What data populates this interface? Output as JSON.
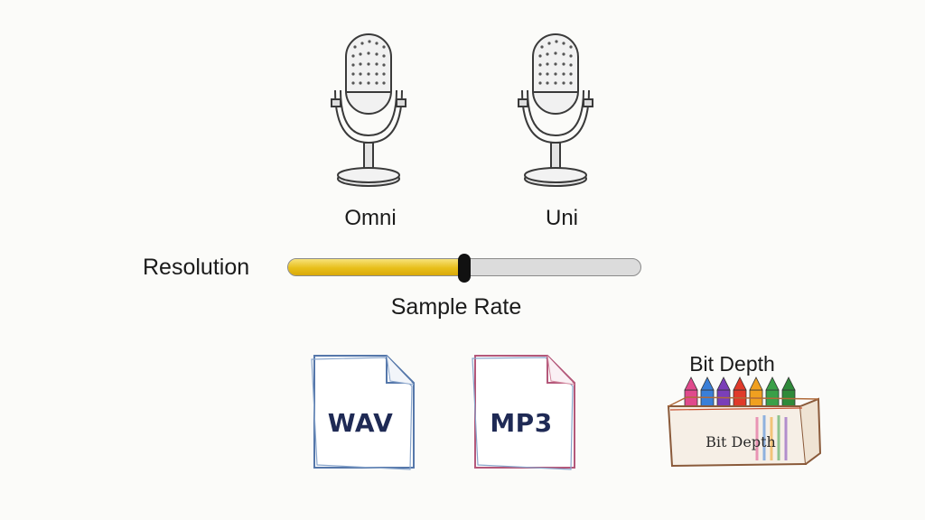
{
  "microphones": [
    {
      "label": "Omni",
      "icon": "microphone-icon"
    },
    {
      "label": "Uni",
      "icon": "microphone-icon"
    }
  ],
  "resolution": {
    "label": "Resolution",
    "slider_label": "Sample Rate",
    "level_fraction": 0.5,
    "fill_color": "#e8bf1a"
  },
  "files": [
    {
      "text": "WAV",
      "icon": "document-icon",
      "outline_color": "#5577aa"
    },
    {
      "text": "MP3",
      "icon": "document-icon",
      "outline_color": "#b4587a"
    }
  ],
  "bit_depth": {
    "title": "Bit Depth",
    "box_label": "Bit Depth",
    "icon": "crayon-box-icon",
    "crayon_colors": [
      "#e04a8c",
      "#3a7fd8",
      "#7b3fb8",
      "#e03a2a",
      "#f0a020",
      "#3aa048",
      "#2f8a3a"
    ]
  }
}
